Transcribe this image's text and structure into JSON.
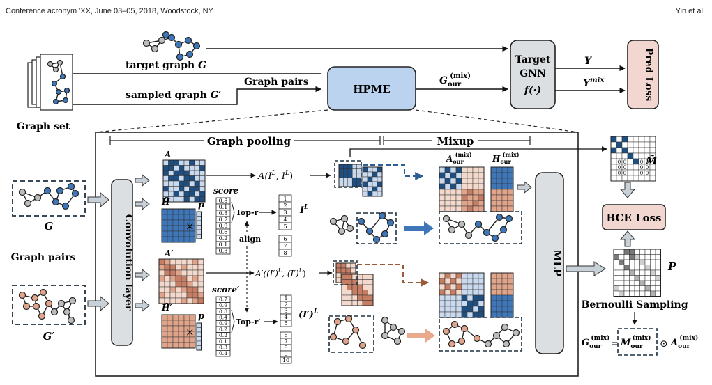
{
  "header": {
    "left": "Conference acronym 'XX, June 03–05, 2018, Woodstock, NY",
    "right": "Yin et al."
  },
  "labels": {
    "graph_set": "Graph set",
    "target_graph": "target graph ",
    "target_graph_sym": "G",
    "sampled_graph": "sampled graph ",
    "sampled_graph_sym": "G′",
    "graph_pairs_top": "Graph pairs",
    "hpme": "HPME",
    "g_our_mix": "G",
    "g_our_sub": "our",
    "g_our_sup": "(mix)",
    "target_gnn_1": "Target",
    "target_gnn_2": "GNN",
    "target_gnn_3": "f(·)",
    "y": "Y",
    "y_mix": "Y",
    "y_mix_sup": "mix",
    "pred_loss": "Pred Loss",
    "graph_pooling": "Graph pooling",
    "mixup": "Mixup",
    "conv_layer": "Convolution layer",
    "g_left": "G",
    "g_prime_left": "G′",
    "graph_pairs_left": "Graph pairs",
    "a_mat": "A",
    "a_prime_mat": "A′",
    "h_tilde": "H̃",
    "h_tilde_prime": "H̃′",
    "p": "p",
    "times": "×",
    "score": "score",
    "score_prime": "score′",
    "top_r": "Top-r",
    "top_r_prime": "Top-r′",
    "align": "align",
    "i_l": "I",
    "i_l_sup": "L",
    "i_prime_l": "(I′)",
    "i_prime_l_sup": "L",
    "a_index": "A(I",
    "a_index_rest": ", I",
    "a_prime_index": "A′((I′)",
    "a_prime_index_rest": ", (I′)",
    "a_our_mix": "A",
    "h_our_mix": "H",
    "our": "our",
    "mix": "(mix)",
    "mlp": "MLP",
    "m_tilde": "M̃",
    "bce_loss": "BCE Loss",
    "p_big": "P",
    "bernoulli": "Bernoulli Sampling",
    "eq_g": "G",
    "eq_equals": "=",
    "eq_m": "M",
    "eq_odot": "⊙",
    "eq_a": "A",
    "paren_close": ")"
  },
  "scores_top": [
    "0.8",
    "0.1",
    "0.8",
    "0.7",
    "0.9",
    "0.6",
    "0.2",
    "0.1",
    "0.3"
  ],
  "scores_bottom": [
    "0.7",
    "0.9",
    "0.8",
    "0.4",
    "0.9",
    "0.2",
    "0.2",
    "0.1",
    "0.3",
    "0.4"
  ],
  "idx_top": [
    "1",
    "2",
    "3",
    "4",
    "5",
    "6",
    "7",
    "8"
  ],
  "idx_bottom": [
    "1",
    "2",
    "3",
    "4",
    "5",
    "6",
    "7",
    "8",
    "9",
    "10"
  ],
  "m_tilde_digits": [
    "0",
    "0",
    "0",
    "0",
    "0",
    "0",
    "0",
    "0",
    "0",
    "0",
    "0",
    "0"
  ],
  "colors": {
    "blue": "#3e76b8",
    "dark_blue": "#1f4f80",
    "light_blue": "#c9d9ee",
    "orange": "#e0a48a",
    "dark_orange": "#c57d64",
    "light_orange": "#f3d9cc",
    "peach_box": "#f2d7d0",
    "hpme_box": "#bcd3f0",
    "gray_box": "#dcdfe2",
    "node_gray": "#bcbcbc"
  }
}
